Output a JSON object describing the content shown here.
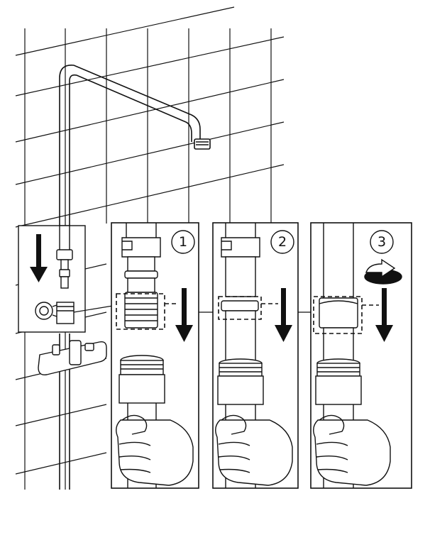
{
  "steps": [
    {
      "label": "1"
    },
    {
      "label": "2"
    },
    {
      "label": "3"
    }
  ],
  "colors": {
    "line": "#111111",
    "background": "#ffffff",
    "dark_arrow": "#111111"
  },
  "icons": [
    "down-arrow-icon",
    "rotate-arrow-icon",
    "hand-icon"
  ]
}
